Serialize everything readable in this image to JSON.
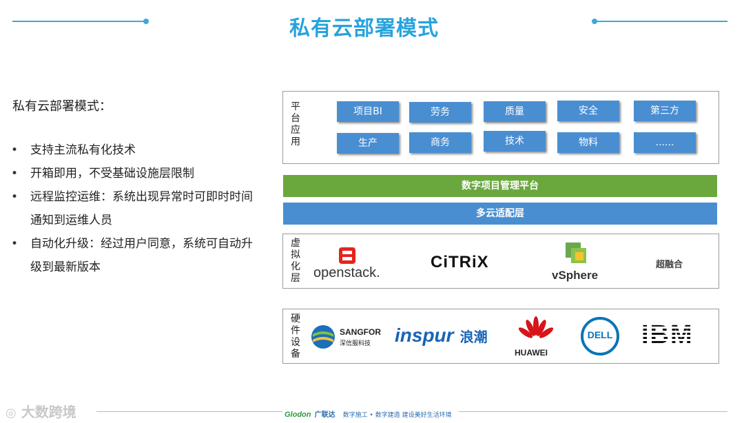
{
  "title": "私有云部署模式",
  "intro": "私有云部署模式：",
  "bullets": [
    "支持主流私有化技术",
    "开箱即用，不受基础设施层限制",
    "远程监控运维：系统出现异常时可即时时间通知到运维人员",
    "自动化升级：经过用户同意，系统可自动升级到最新版本"
  ],
  "platform": {
    "label": [
      "平",
      "台",
      "应",
      "用"
    ],
    "apps": [
      "项目BI",
      "劳务",
      "质量",
      "安全",
      "第三方",
      "生产",
      "商务",
      "技术",
      "物料",
      "......"
    ]
  },
  "bars": {
    "digital_platform": "数字项目管理平台",
    "multicloud": "多云适配层"
  },
  "virtualization": {
    "label": [
      "虚",
      "拟",
      "化",
      "层"
    ],
    "logos": {
      "openstack": "openstack.",
      "citrix": "CiTRiX",
      "vsphere": "vSphere",
      "fusion": "超融合"
    }
  },
  "hardware": {
    "label": [
      "硬",
      "件",
      "设",
      "备"
    ],
    "logos": {
      "sangfor": "SANGFOR",
      "sangfor_cn": "深信服科技",
      "inspur": "inspur",
      "inspur_cn": "浪潮",
      "huawei": "HUAWEI",
      "dell": "DELL",
      "ibm": "IBM"
    }
  },
  "footer": {
    "watermark": "大数跨境",
    "brand": "Glodon",
    "brand_cn": "广联达",
    "slogan": "数字施工 • 数字建造 建设美好生活环境"
  },
  "colors": {
    "title": "#27a3dd",
    "app_box": "#4a8ed2",
    "green_bar": "#6aa83e",
    "blue_bar": "#4a8ed2"
  }
}
